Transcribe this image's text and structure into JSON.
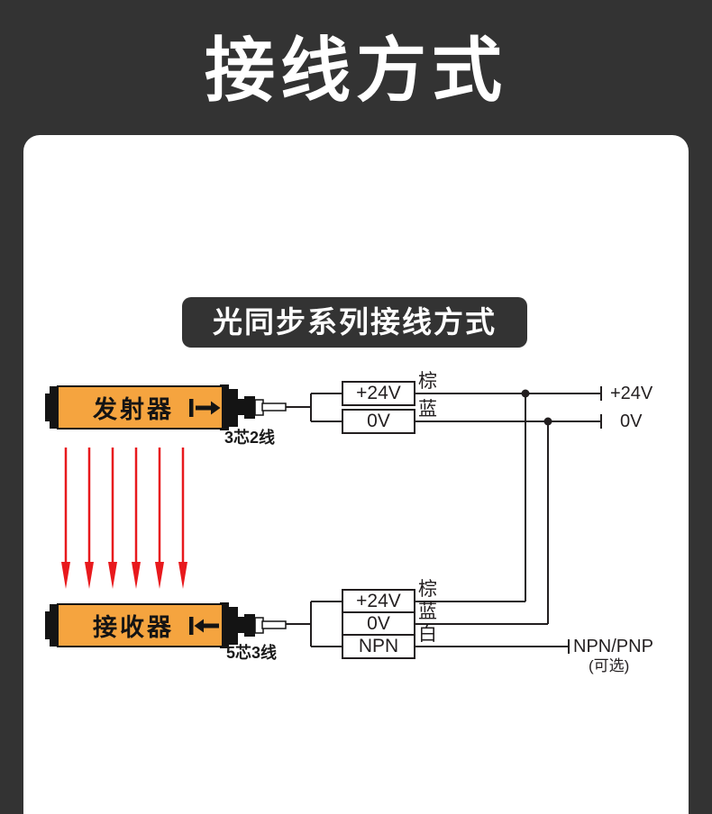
{
  "header": {
    "title": "接线方式"
  },
  "panel": {
    "section_pill": "光同步系列接线方式"
  },
  "colors": {
    "background": "#333333",
    "panel": "#ffffff",
    "device_orange": "#f5a43f",
    "line_black": "#231f20",
    "beam_red": "#e8191d"
  },
  "transmitter": {
    "name": "发射器",
    "cable": "3芯2线",
    "boxes": [
      "+24V",
      "0V"
    ],
    "wire_colors": [
      "棕",
      "蓝"
    ],
    "terminals": [
      "+24V",
      "0V"
    ]
  },
  "beams": {
    "icon": "red-down-arrows",
    "count": 6
  },
  "receiver": {
    "name": "接收器",
    "cable": "5芯3线",
    "boxes": [
      "+24V",
      "0V",
      "NPN"
    ],
    "wire_colors": [
      "棕",
      "蓝",
      "白"
    ],
    "terminal": "NPN/PNP",
    "terminal_note": "(可选)"
  }
}
